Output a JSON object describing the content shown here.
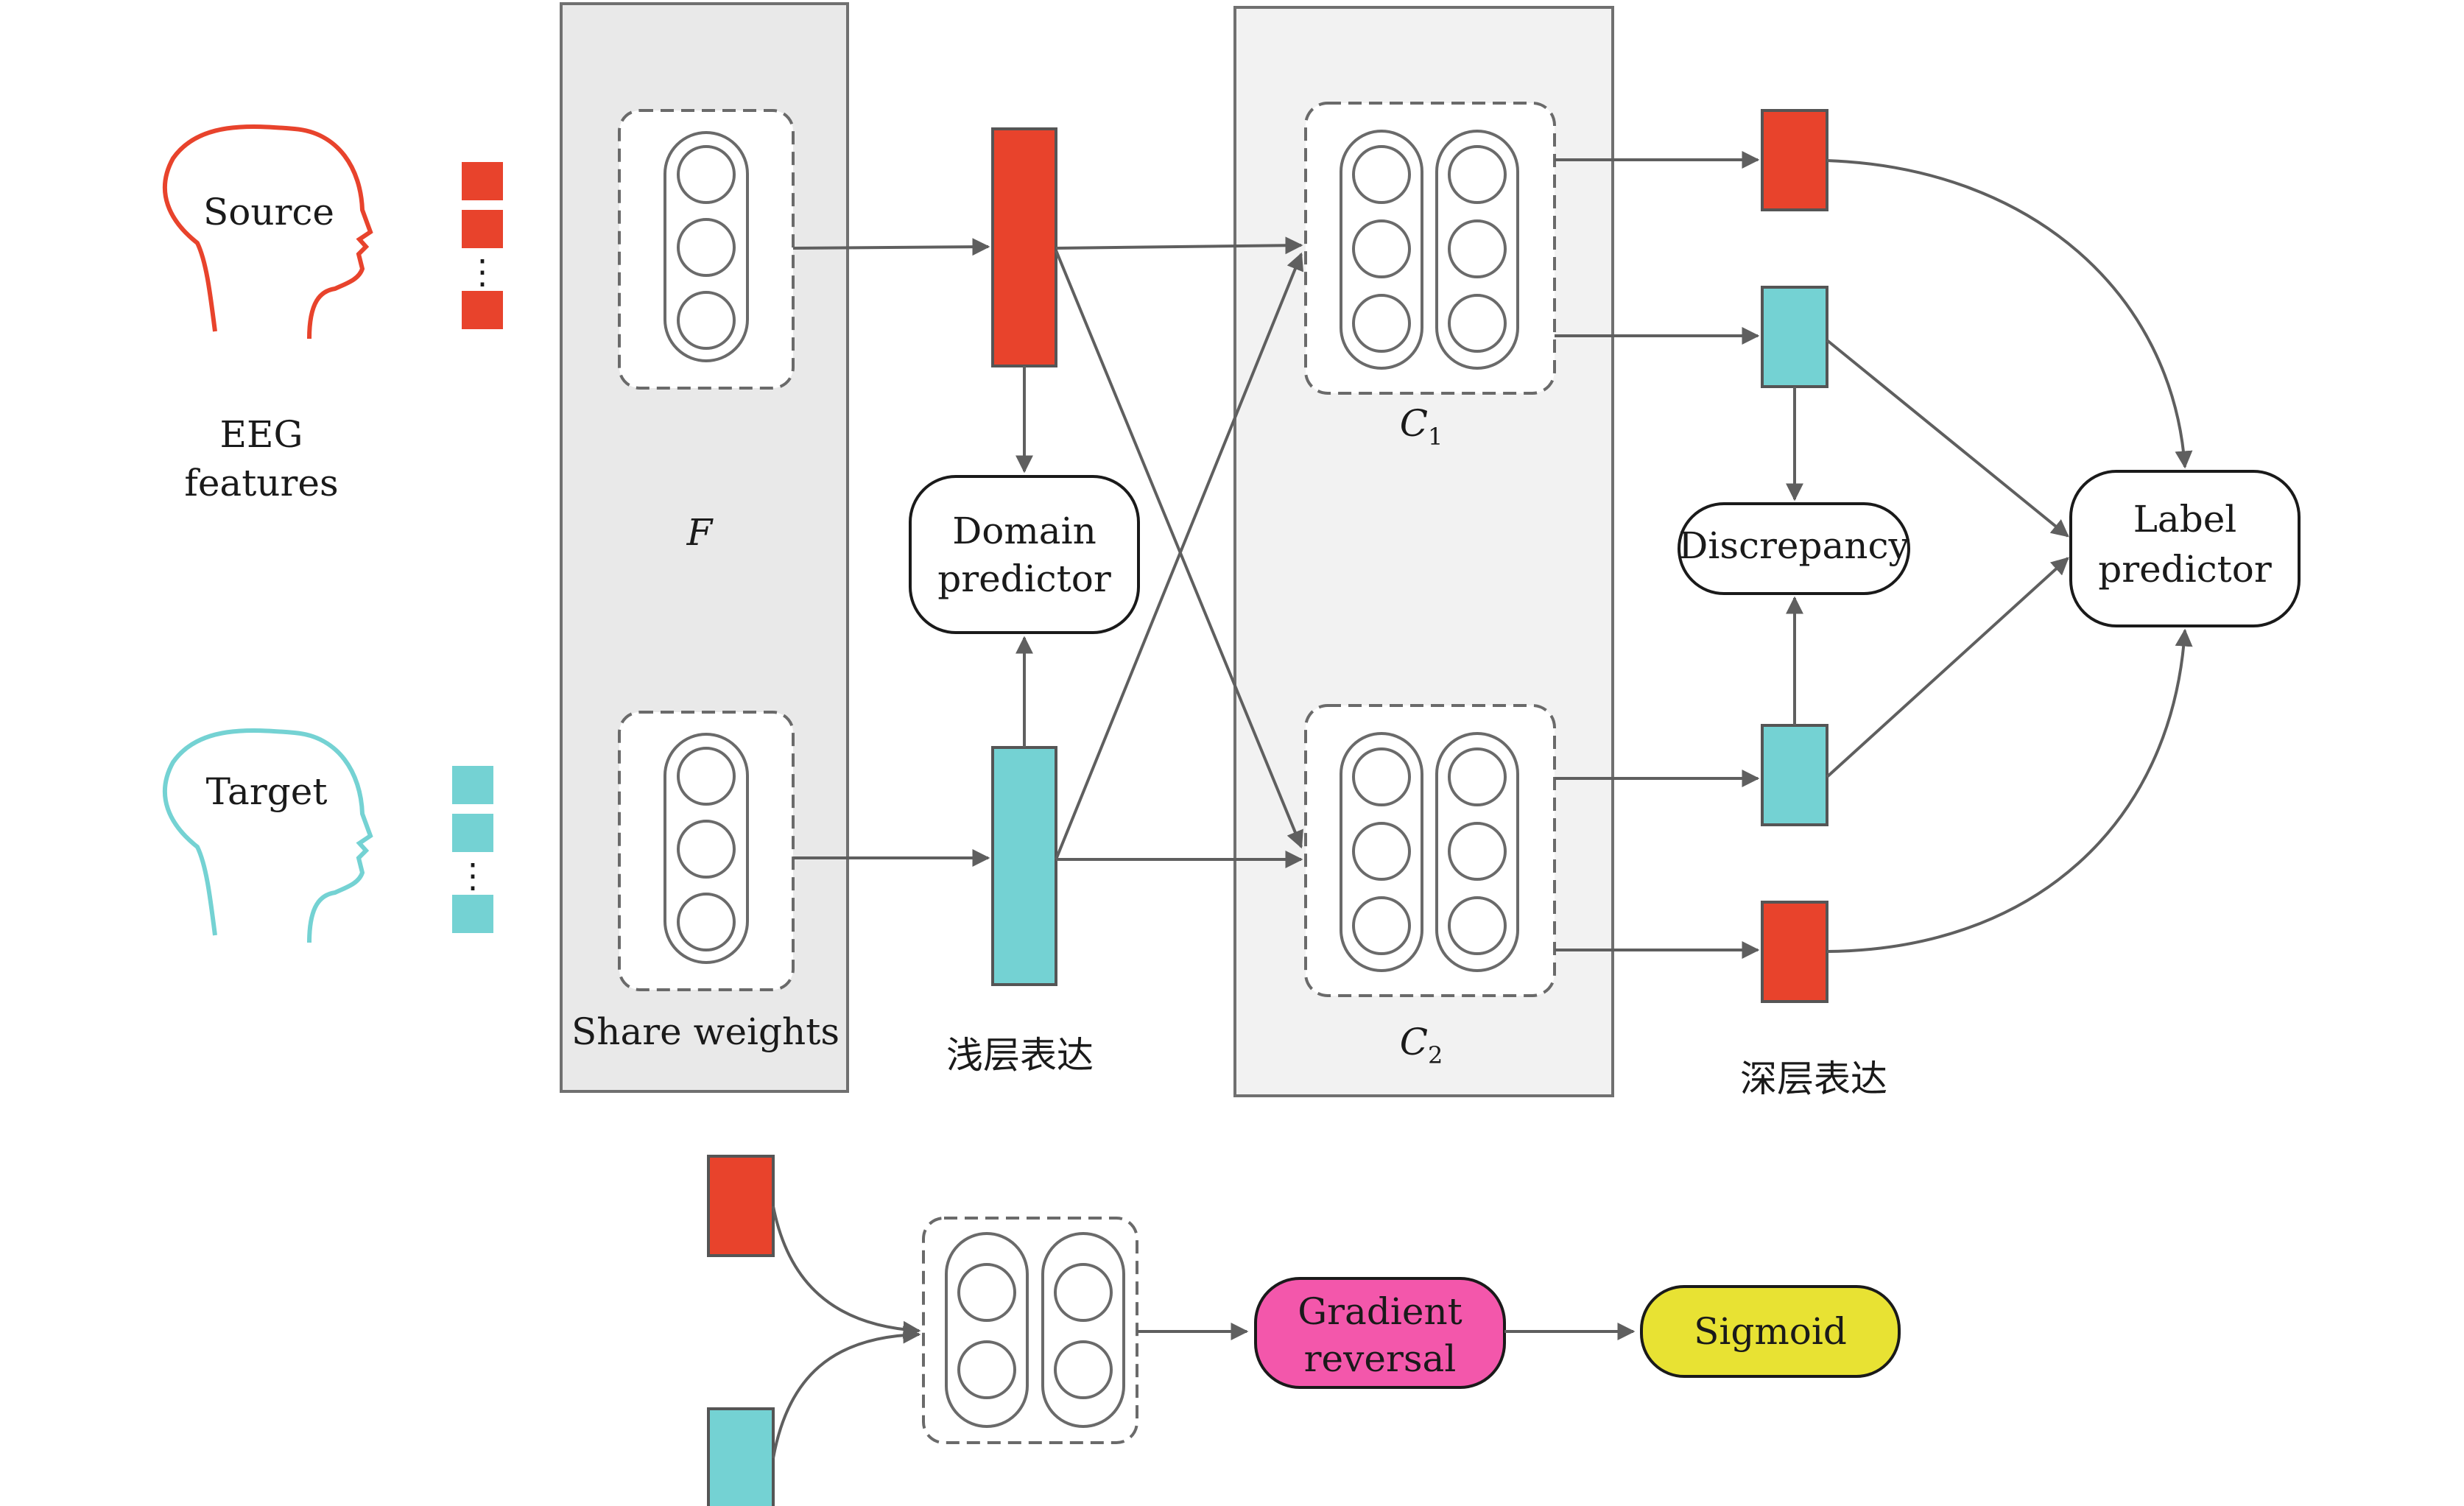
{
  "colors": {
    "source": "#e8432c",
    "target": "#74d2d3",
    "gradient_reversal": "#f357ab",
    "sigmoid": "#e8e233",
    "panel": "#e9e9e9",
    "arrow": "#5f5f5f"
  },
  "labels": {
    "source": "Source",
    "target": "Target",
    "eeg_line1": "EEG",
    "eeg_line2": "features",
    "feature_extractor": "F",
    "share_weights": "Share weights",
    "shallow_repr": "浅层表达",
    "deep_repr": "深层表达",
    "domain_predictor_line1": "Domain",
    "domain_predictor_line2": "predictor",
    "classifier1": "C",
    "classifier1_sub": "1",
    "classifier2": "C",
    "classifier2_sub": "2",
    "discrepancy": "Discrepancy",
    "label_predictor_line1": "Label",
    "label_predictor_line2": "predictor",
    "gradient_reversal_line1": "Gradient",
    "gradient_reversal_line2": "reversal",
    "sigmoid": "Sigmoid",
    "dots": "⋮"
  },
  "icons": [
    "source-head-icon",
    "target-head-icon"
  ]
}
